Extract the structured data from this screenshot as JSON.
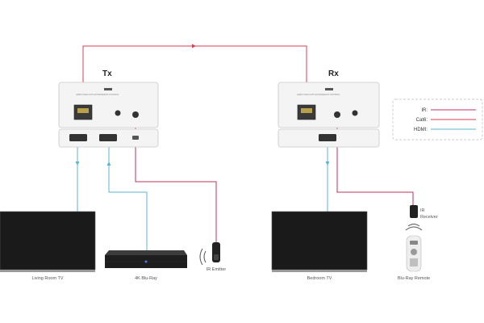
{
  "units": {
    "tx": {
      "label": "Tx",
      "panel_text": "HDMI OVER CAT6 EXTENDER IR CONTROL"
    },
    "rx": {
      "label": "Rx",
      "panel_text": "HDMI OVER CAT6 EXTENDER IR CONTROL"
    }
  },
  "legend": {
    "items": [
      {
        "label": "IR:",
        "color": "#b9365a"
      },
      {
        "label": "Cat6:",
        "color": "#d83f4f"
      },
      {
        "label": "HDMI:",
        "color": "#59b4d6"
      }
    ]
  },
  "devices": {
    "living_room_tv": {
      "label": "Living Room TV"
    },
    "bluray_player": {
      "label": "4K Blu-Ray"
    },
    "ir_emitter": {
      "label": "IR Emitter"
    },
    "bedroom_tv": {
      "label": "Bedroom TV"
    },
    "ir_receiver": {
      "line1": "IR",
      "line2": "Receiver"
    },
    "remote": {
      "label": "Blu-Ray Remote"
    }
  },
  "colors": {
    "ir": "#b9365a",
    "cat6": "#d83f4f",
    "hdmi": "#59b4d6",
    "device_body": "#f4f4f4",
    "device_border": "#c8c8c8",
    "screen": "#1a1a1a"
  },
  "icons": {
    "ir_signal": "ir-wave-icon",
    "cat6_arrow": "arrow-right-icon",
    "hdmi_arrow": "arrow-down-icon"
  }
}
